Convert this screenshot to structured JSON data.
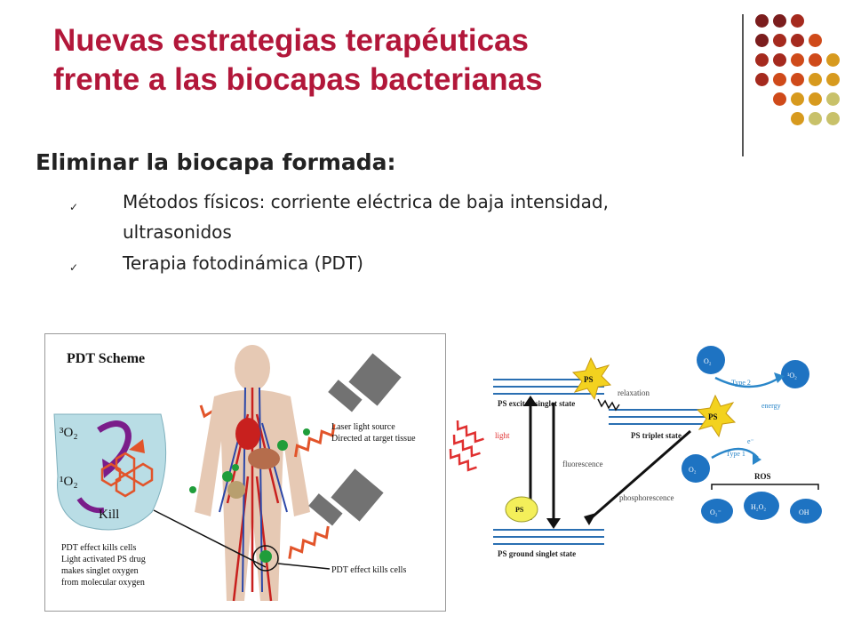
{
  "slide": {
    "title_line1": "Nuevas estrategias terapéuticas",
    "title_line2": "frente a las biocapas bacterianas",
    "heading": "Eliminar la biocapa formada:",
    "bullets": [
      {
        "mark": "✓",
        "text_lines": [
          "Métodos físicos: corriente eléctrica de baja intensidad,",
          "ultrasonidos"
        ]
      },
      {
        "mark": "✓",
        "text_lines": [
          "Terapia fotodinámica (PDT)"
        ]
      }
    ]
  },
  "decor": {
    "dot_colors": [
      "#7b1d1d",
      "#a52a1e",
      "#cf4a1a",
      "#d79a1e",
      "#c8c16a"
    ]
  },
  "pdt_scheme": {
    "title": "PDT Scheme",
    "o2_triplet": "³O₂",
    "o2_singlet": "¹O₂",
    "kill": "Kill",
    "laser_line1": "Laser light source",
    "laser_line2": "Directed at target tissue",
    "effect_label": "PDT effect kills cells",
    "caption_lines": [
      "PDT effect kills cells",
      "Light activated PS drug",
      "makes singlet oxygen",
      "from molecular oxygen"
    ]
  },
  "jablonski": {
    "ps_excited": "PS excited singlet state",
    "ps_triplet": "PS triplet state",
    "ps_ground": "PS ground singlet state",
    "relaxation": "relaxation",
    "fluorescence": "fluorescence",
    "phosphorescence": "phosphorescence",
    "light": "light",
    "ps": "PS",
    "o2": "O₂",
    "singlet_o2": "¹O₂",
    "type2": "Type 2",
    "type1": "Type 1",
    "energy": "energy",
    "electron": "e⁻",
    "ros": "ROS",
    "ros_species": [
      "O₂⁻",
      "H₂O₂",
      "OH"
    ]
  }
}
